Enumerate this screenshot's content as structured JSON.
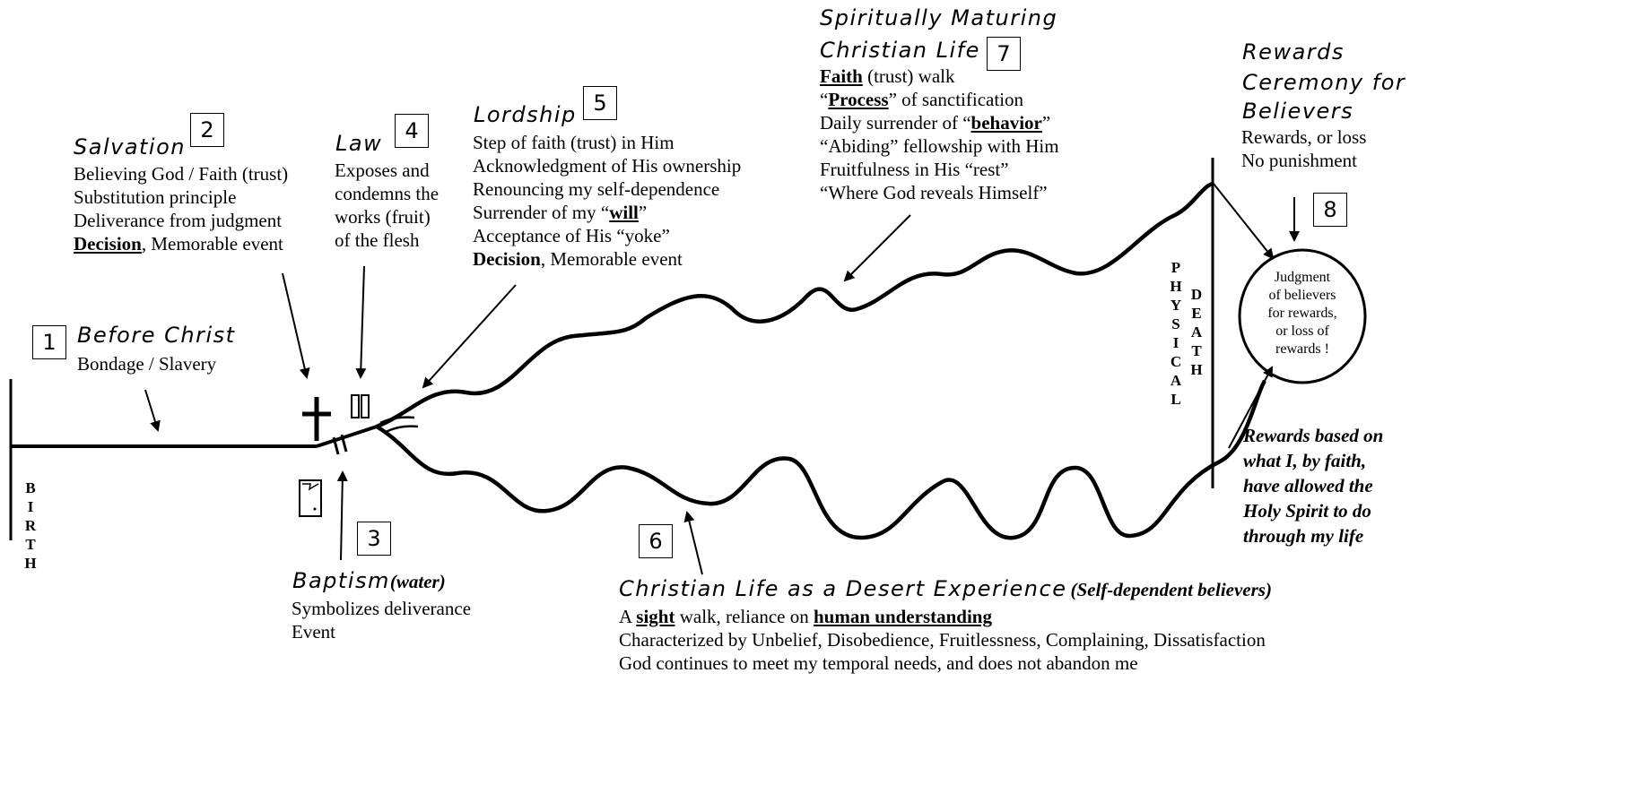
{
  "boxes": {
    "b1": "1",
    "b2": "2",
    "b3": "3",
    "b4": "4",
    "b5": "5",
    "b6": "6",
    "b7": "7",
    "b8": "8"
  },
  "before_christ": {
    "title": "Before Christ",
    "line1": "Bondage / Slavery"
  },
  "salvation": {
    "title": "Salvation",
    "line1": "Believing God / Faith (trust)",
    "line2": "Substitution principle",
    "line3": "Deliverance from judgment",
    "line4_bold": "Decision",
    "line4_rest": ", Memorable event"
  },
  "law": {
    "title": "Law",
    "line1": "Exposes and",
    "line2": "condemns the",
    "line3": "works (fruit)",
    "line4": "of the flesh"
  },
  "lordship": {
    "title": "Lordship",
    "line1": "Step of faith (trust) in Him",
    "line2": "Acknowledgment of His ownership",
    "line3": "Renouncing my self-dependence",
    "line4_a": "Surrender of my “",
    "line4_u": "will",
    "line4_b": "”",
    "line5": "Acceptance of His “yoke”",
    "line6_bold": "Decision",
    "line6_rest": ", Memorable event"
  },
  "maturing": {
    "title1": "Spiritually Maturing",
    "title2": "Christian Life",
    "line1_u": "Faith",
    "line1_rest": " (trust) walk",
    "line2_a": "“",
    "line2_u": "Process",
    "line2_b": "” of sanctification",
    "line3_a": "Daily surrender of “",
    "line3_u": "behavior",
    "line3_b": "”",
    "line4": "“Abiding” fellowship with Him",
    "line5": "Fruitfulness in His “rest”",
    "line6": "“Where God reveals Himself”"
  },
  "rewards_ceremony": {
    "title1": "Rewards",
    "title2": "Ceremony for",
    "title3": "Believers",
    "line1": "Rewards, or loss",
    "line2": "No punishment"
  },
  "judgment": {
    "line1": "Judgment",
    "line2": "of believers",
    "line3": "for rewards,",
    "line4": "or loss of",
    "line5": "rewards !"
  },
  "rewards_based": {
    "line1": "Rewards based on",
    "line2": "what I, by faith,",
    "line3": "have allowed the",
    "line4": "Holy Spirit to do",
    "line5": "through my life"
  },
  "baptism": {
    "title": "Baptism",
    "title_paren": "(water)",
    "line1": "Symbolizes deliverance",
    "line2": "Event"
  },
  "desert": {
    "title": "Christian Life as a Desert Experience",
    "title_paren": "(Self-dependent believers)",
    "line1_a": "A ",
    "line1_u1": "sight",
    "line1_b": " walk, reliance on ",
    "line1_u2": "human understanding",
    "line2": "Characterized by Unbelief, Disobedience, Fruitlessness, Complaining, Dissatisfaction",
    "line3": "God continues to meet my temporal needs, and does not abandon me"
  },
  "birth_letters": [
    "B",
    "I",
    "R",
    "T",
    "H"
  ],
  "physical_letters": [
    "P",
    "H",
    "Y",
    "S",
    "I",
    "C",
    "A",
    "L"
  ],
  "death_letters": [
    "D",
    "E",
    "A",
    "T",
    "H"
  ]
}
